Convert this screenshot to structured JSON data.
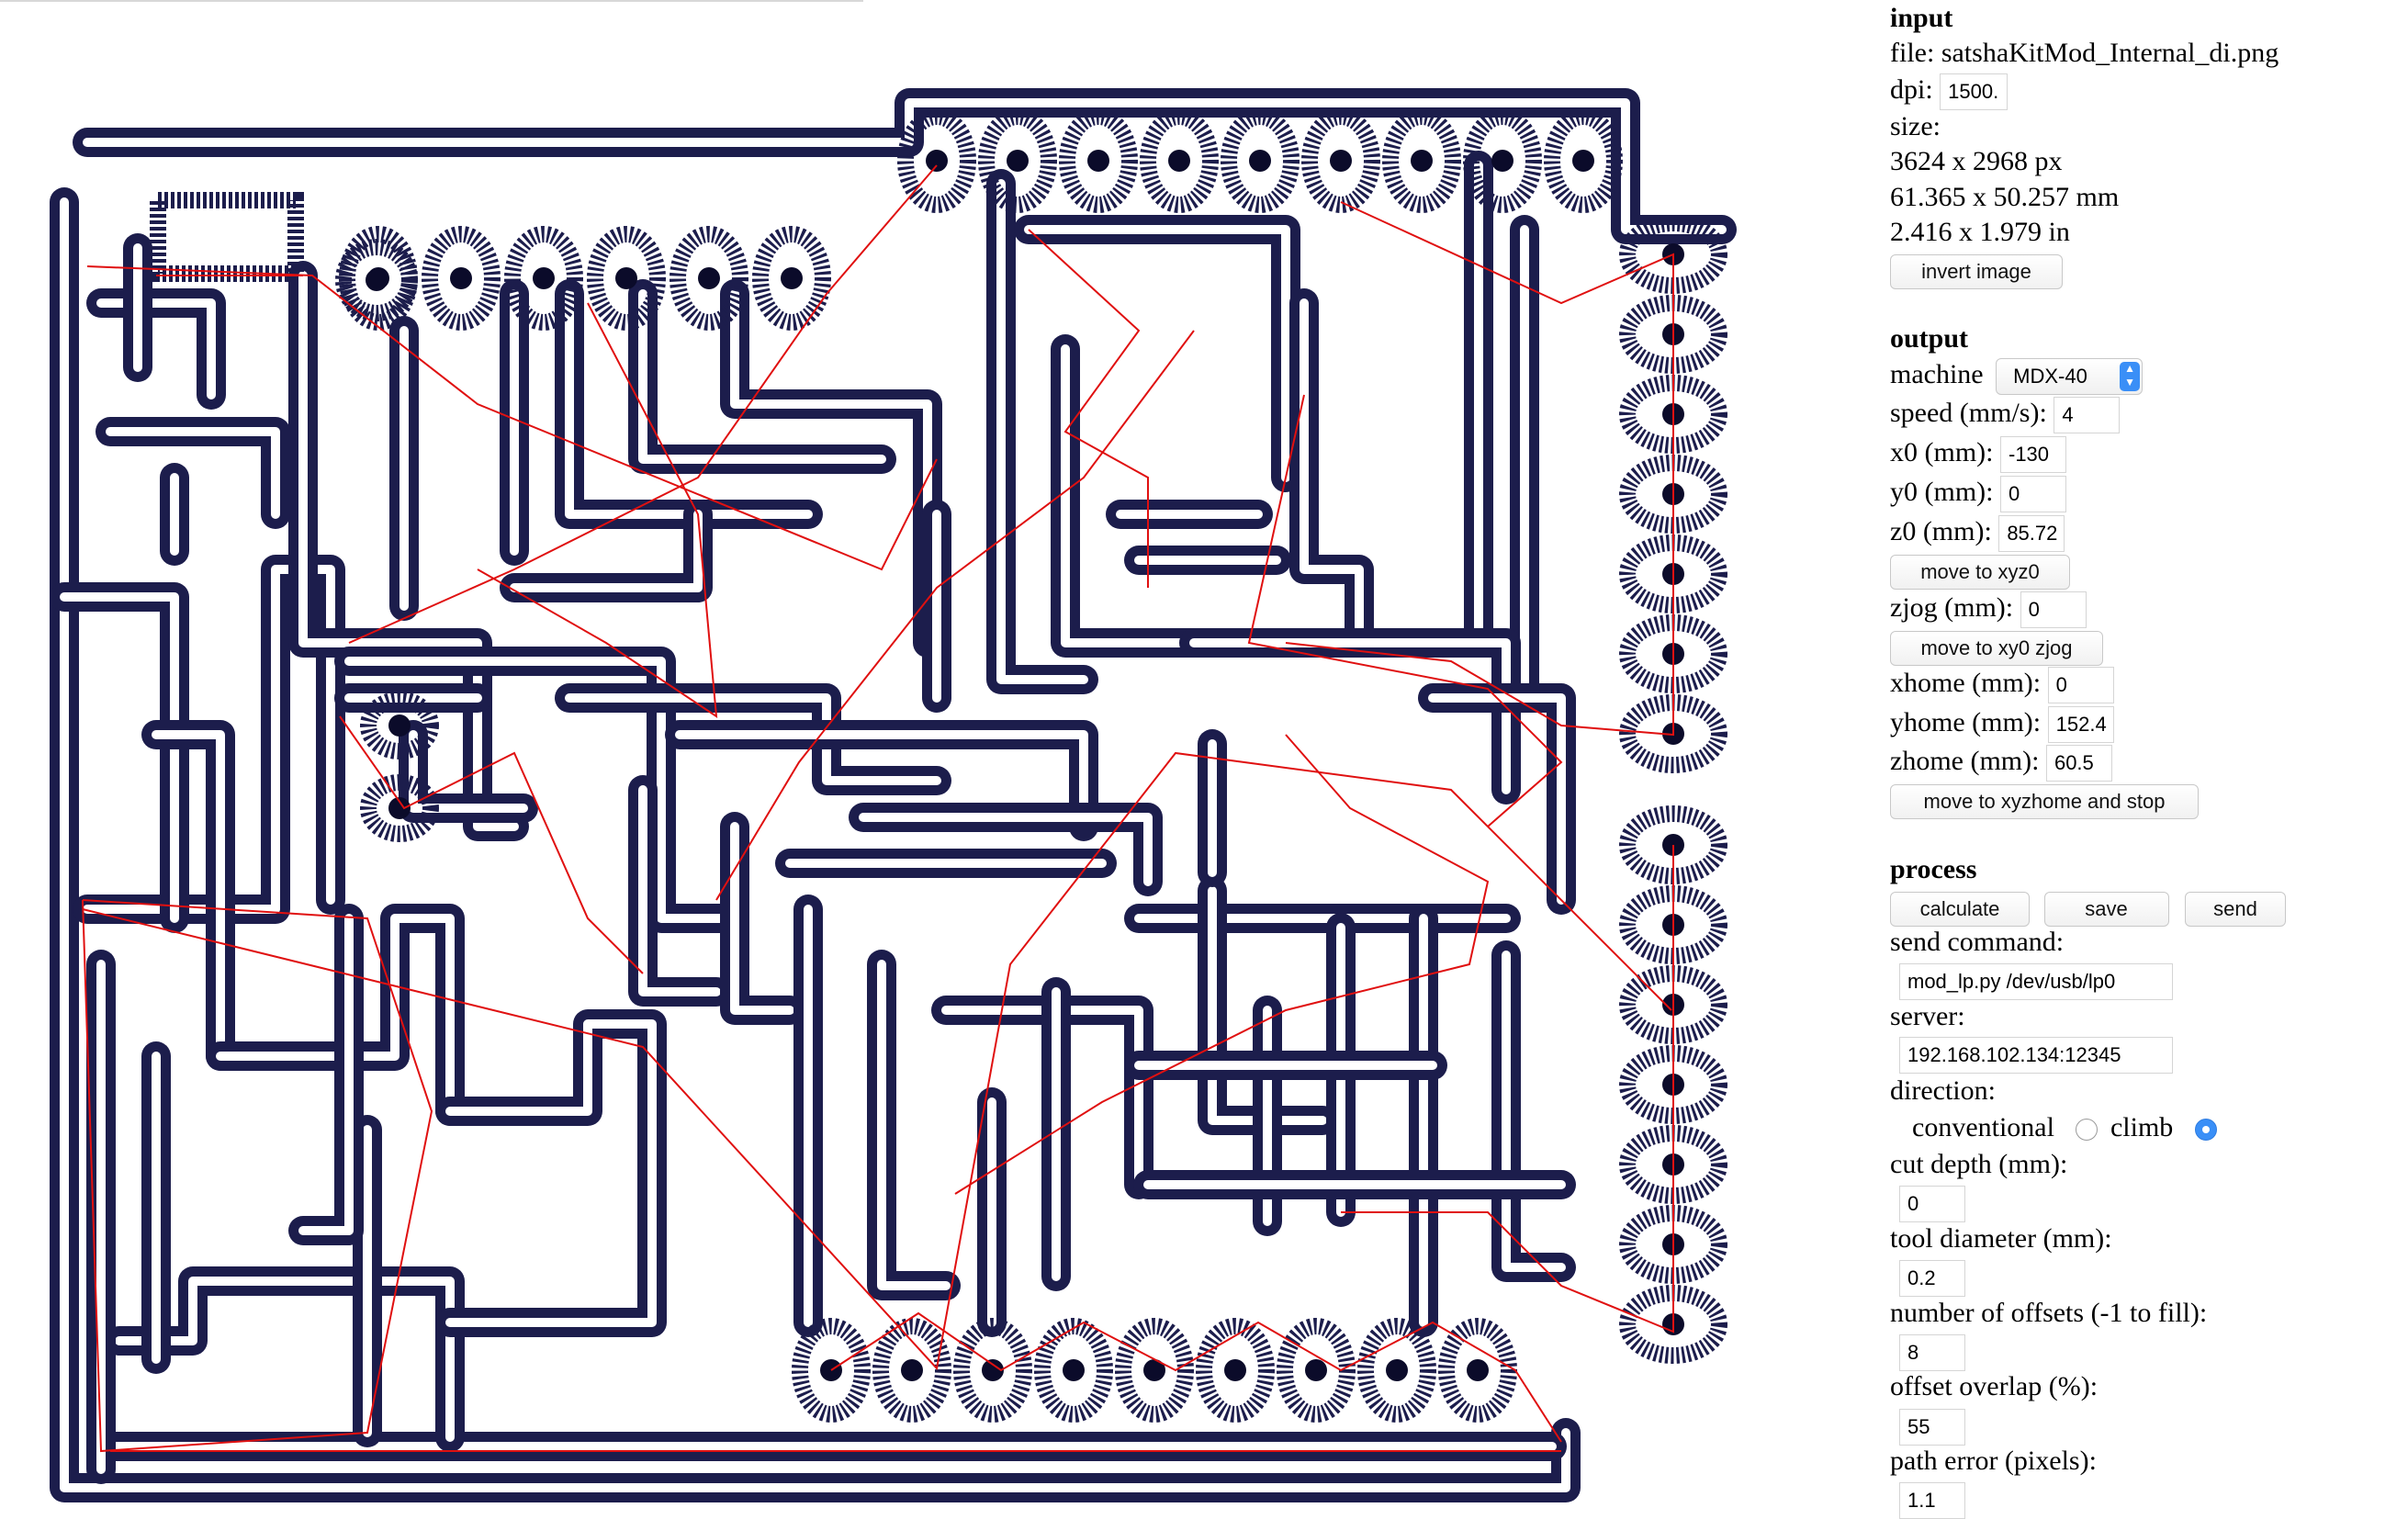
{
  "colors": {
    "trace": "#1c1d4c",
    "move": "#e01010",
    "hole": "#0b0b2a",
    "accent": "#3a8ff7"
  },
  "input": {
    "heading": "input",
    "file_label": "file:",
    "file_name": "satshaKitMod_Internal_di.png",
    "dpi_label": "dpi:",
    "dpi_value": "1500.",
    "size_label": "size:",
    "size_px": "3624 x 2968 px",
    "size_mm": "61.365 x 50.257 mm",
    "size_in": "2.416 x 1.979 in",
    "invert_button": "invert image"
  },
  "output": {
    "heading": "output",
    "machine_label": "machine",
    "machine_value": "MDX-40",
    "speed_label": "speed (mm/s):",
    "speed_value": "4",
    "x0_label": "x0 (mm):",
    "x0_value": "-130",
    "y0_label": "y0 (mm):",
    "y0_value": "0",
    "z0_label": "z0 (mm):",
    "z0_value": "85.72",
    "move_xyz0_button": "move to xyz0",
    "zjog_label": "zjog (mm):",
    "zjog_value": "0",
    "move_zjog_button": "move to xy0 zjog",
    "xhome_label": "xhome (mm):",
    "xhome_value": "0",
    "yhome_label": "yhome (mm):",
    "yhome_value": "152.4",
    "zhome_label": "zhome (mm):",
    "zhome_value": "60.5",
    "move_home_button": "move to xyzhome and stop"
  },
  "process": {
    "heading": "process",
    "calculate_button": "calculate",
    "save_button": "save",
    "send_button": "send",
    "send_command_label": "send command:",
    "send_command_value": "mod_lp.py /dev/usb/lp0",
    "server_label": "server:",
    "server_value": "192.168.102.134:12345",
    "direction_label": "direction:",
    "conventional_label": "conventional",
    "climb_label": "climb",
    "direction_selected": "climb",
    "cut_depth_label": "cut depth (mm):",
    "cut_depth_value": "0",
    "tool_diameter_label": "tool diameter (mm):",
    "tool_diameter_value": "0.2",
    "offsets_label": "number of offsets (-1 to fill):",
    "offsets_value": "8",
    "overlap_label": "offset overlap (%):",
    "overlap_value": "55",
    "path_error_label": "path error (pixels):",
    "path_error_value": "1.1"
  }
}
